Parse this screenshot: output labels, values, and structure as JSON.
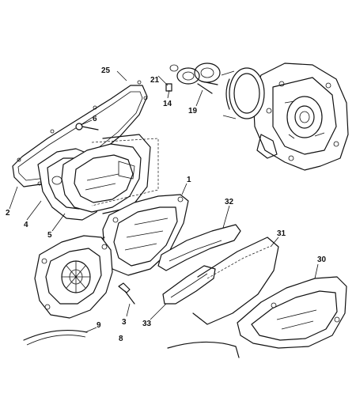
{
  "diagram": {
    "callouts": [
      {
        "id": "c25",
        "label": "25"
      },
      {
        "id": "c21",
        "label": "21"
      },
      {
        "id": "c14",
        "label": "14"
      },
      {
        "id": "c19",
        "label": "19"
      },
      {
        "id": "c6",
        "label": "6"
      },
      {
        "id": "c1",
        "label": "1"
      },
      {
        "id": "c32",
        "label": "32"
      },
      {
        "id": "c2",
        "label": "2"
      },
      {
        "id": "c4",
        "label": "4"
      },
      {
        "id": "c5",
        "label": "5"
      },
      {
        "id": "c31",
        "label": "31"
      },
      {
        "id": "c30",
        "label": "30"
      },
      {
        "id": "c3",
        "label": "3"
      },
      {
        "id": "c33",
        "label": "33"
      },
      {
        "id": "c9",
        "label": "9"
      },
      {
        "id": "c8",
        "label": "8"
      }
    ]
  }
}
